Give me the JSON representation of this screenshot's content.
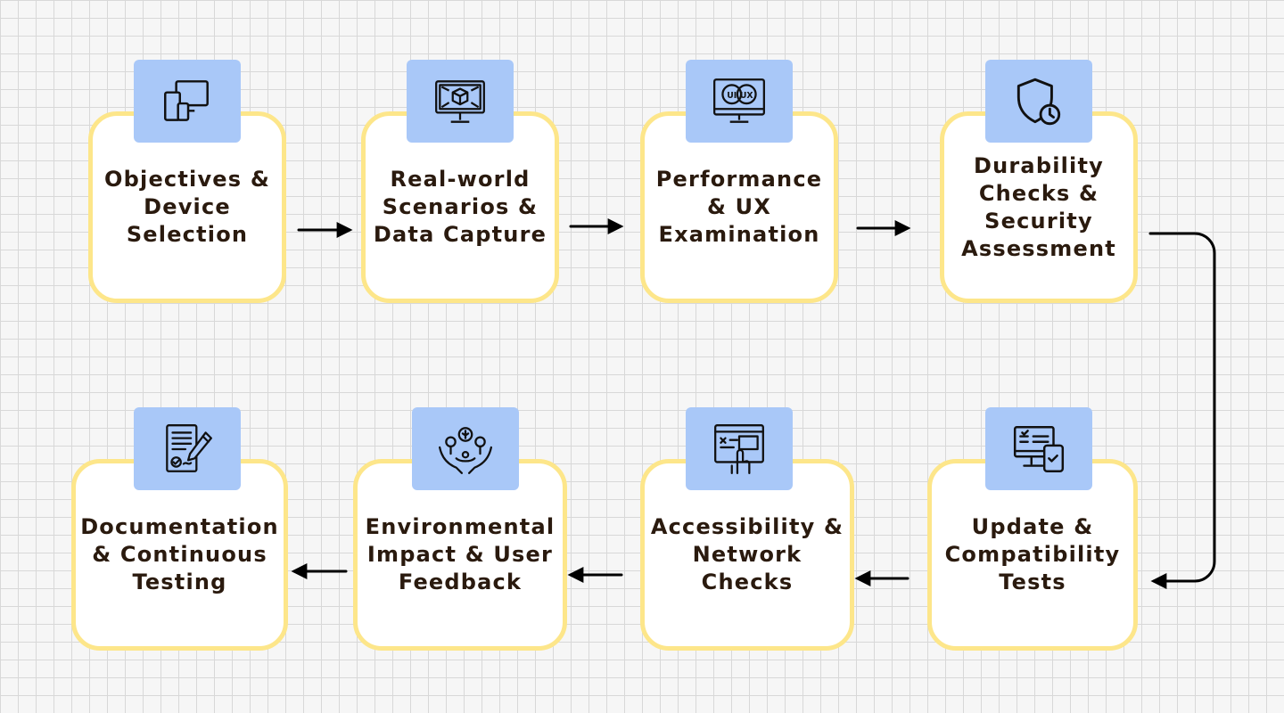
{
  "steps": [
    {
      "label": "Objectives & Device Selection",
      "icon": "devices-icon"
    },
    {
      "label": "Real-world Scenarios & Data Capture",
      "icon": "3d-monitor-icon"
    },
    {
      "label": "Performance & UX Examination",
      "icon": "ui-ux-monitor-icon"
    },
    {
      "label": "Durability Checks & Security Assessment",
      "icon": "shield-clock-icon"
    },
    {
      "label": "Update & Compatibility Tests",
      "icon": "monitor-phone-check-icon"
    },
    {
      "label": "Accessibility & Network Checks",
      "icon": "hand-click-screen-icon"
    },
    {
      "label": "Environmental Impact & User Feedback",
      "icon": "eco-hands-icon"
    },
    {
      "label": "Documentation & Continuous Testing",
      "icon": "document-pen-icon"
    }
  ],
  "colors": {
    "card_border": "#fde68a",
    "icon_background": "#a9c8f8",
    "text": "#2a1a0e",
    "arrow": "#000000"
  }
}
